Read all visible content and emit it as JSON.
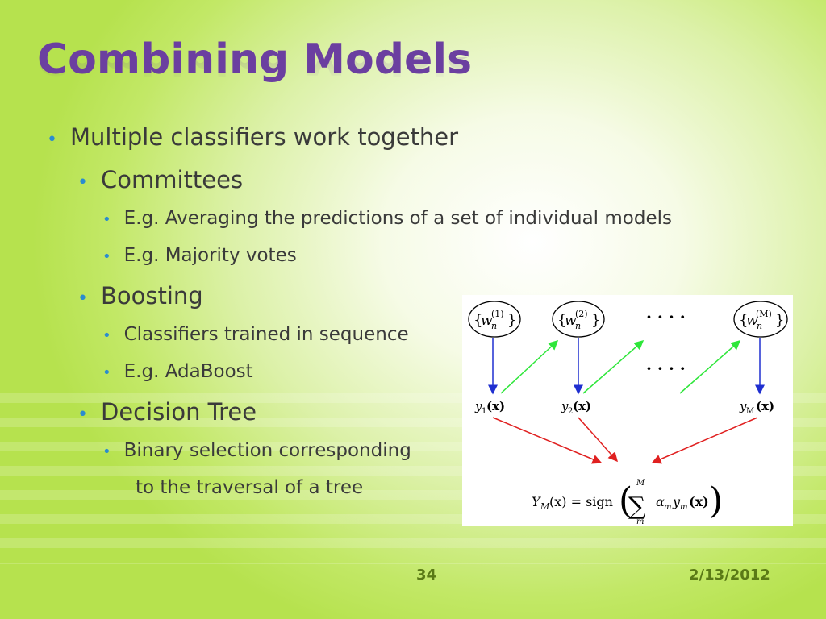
{
  "slide": {
    "title": "Combining Models",
    "bullets": {
      "b1": "Multiple classifiers work together",
      "b1_1": "Committees",
      "b1_1_1": "E.g. Averaging the predictions of a set of individual models",
      "b1_1_2": "E.g. Majority votes",
      "b1_2": "Boosting",
      "b1_2_1": "Classifiers trained in sequence",
      "b1_2_2": "E.g. AdaBoost",
      "b1_3": "Decision Tree",
      "b1_3_1_line1": "Binary selection corresponding",
      "b1_3_1_line2": "to the traversal of a tree"
    },
    "bullet_glyph": "•",
    "figure": {
      "nodes": {
        "w1": {
          "base": "w",
          "sub": "n",
          "sup": "(1)"
        },
        "w2": {
          "base": "w",
          "sub": "n",
          "sup": "(2)"
        },
        "wM": {
          "base": "w",
          "sub": "n",
          "sup": "(M)"
        }
      },
      "dots": "· · · ·",
      "outputs": {
        "y1": {
          "base": "y",
          "sub": "1",
          "arg": "(x)"
        },
        "y2": {
          "base": "y",
          "sub": "2",
          "arg": "(x)"
        },
        "yM": {
          "base": "y",
          "sub": "M",
          "arg": "(x)"
        }
      },
      "formula": {
        "lhs_base": "Y",
        "lhs_sub": "M",
        "lhs_arg": "(x) = sign",
        "sum_top": "M",
        "sum_bottom": "m",
        "sigma": "∑",
        "term": "α",
        "term_sub": "m",
        "term2": "y",
        "term2_sub": "m",
        "term_arg": "(x)"
      }
    },
    "colors": {
      "title": "#6b3fa0",
      "bullet": "#2a8ccf",
      "arrow_blue": "#1f2fd0",
      "arrow_green": "#2ee63a",
      "arrow_red": "#e02020",
      "footer": "#5a7a16"
    },
    "footer": {
      "page_number": "34",
      "date": "2/13/2012"
    }
  }
}
